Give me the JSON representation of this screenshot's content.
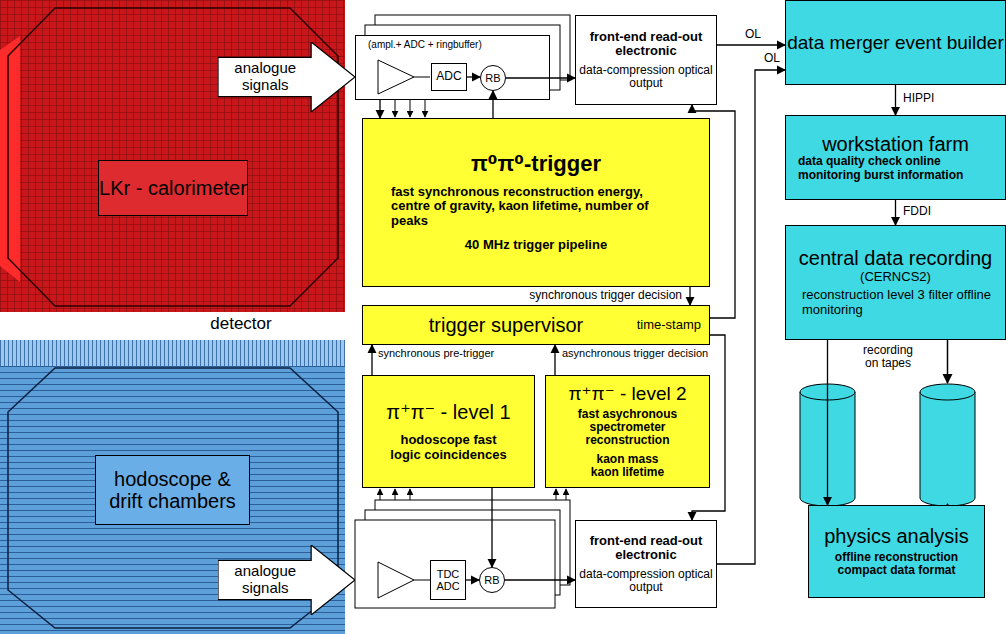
{
  "diagram": {
    "nodes": [
      {
        "text": [
          "LKr - calorimeter"
        ]
      },
      {
        "text": [
          "analogue signals"
        ]
      },
      {
        "text": [
          "(ampl.+ ADC + ringbuffer)"
        ]
      },
      {
        "text": [
          "ADC"
        ],
        "in": 2
      },
      {
        "text": [
          "RB"
        ],
        "in": 2
      },
      {
        "text": [
          "front-end read-out electronic",
          "data-compression optical output"
        ]
      },
      {
        "text": [
          "π⁰π⁰-trigger",
          "fast synchronous reconstruction energy, centre of gravity, kaon lifetime, number of peaks",
          "40 MHz trigger pipeline"
        ]
      },
      {
        "text": [
          "trigger supervisor",
          "time-stamp"
        ]
      },
      {
        "text": [
          "π⁺π⁻ - level 1",
          "hodoscope fast logic coincidences"
        ]
      },
      {
        "text": [
          "π⁺π⁻ - level 2",
          "fast asychronous spectrometer reconstruction",
          "kaon mass kaon lifetime"
        ]
      },
      {
        "text": [
          "hodoscope & drift chambers"
        ]
      },
      {
        "text": [
          "analogue signals"
        ]
      },
      {
        "text": [
          "TDC ADC"
        ]
      },
      {
        "text": [
          "RB"
        ]
      },
      {
        "text": [
          "front-end read-out electronic",
          "data-compression optical output"
        ]
      },
      {
        "text": [
          "data merger event builder"
        ]
      },
      {
        "text": [
          "workstation farm",
          "data quality check online monitoring burst information"
        ]
      },
      {
        "text": [
          "central data recording",
          "(CERNCS2)",
          "reconstruction level 3 filter offline monitoring"
        ]
      },
      {
        "text": [
          "physics analysis",
          "offline reconstruction compact data format"
        ]
      }
    ],
    "edges": [
      {
        "from": 3,
        "to": 4,
        "arrow": "to"
      },
      {
        "from": 4,
        "to": 5,
        "arrow": "to"
      },
      {
        "from": 2,
        "to": 6,
        "arrow": "to"
      },
      {
        "from": 6,
        "to": 4,
        "arrow": "to"
      },
      {
        "from": 6,
        "to": 7,
        "arrow": "to",
        "label": "synchronous trigger decision"
      },
      {
        "from": 8,
        "to": 7,
        "arrow": "to"
      },
      {
        "from": 9,
        "to": 7,
        "arrow": "to"
      },
      {
        "from": 7,
        "to": 5,
        "arrow": "to"
      },
      {
        "from": 7,
        "to": 14,
        "arrow": "to"
      },
      {
        "from": 12,
        "to": 13,
        "arrow": "to"
      },
      {
        "from": 13,
        "to": 14,
        "arrow": "to"
      },
      {
        "from": 8,
        "to": 13,
        "arrow": "to"
      },
      {
        "from": 5,
        "to": 15,
        "arrow": "to"
      },
      {
        "from": 14,
        "to": 15,
        "arrow": "to"
      },
      {
        "from": 15,
        "to": 16,
        "arrow": "to"
      },
      {
        "from": 16,
        "to": 17,
        "arrow": "to"
      },
      {
        "from": 17,
        "to": 18,
        "arrow": "to"
      }
    ],
    "labels": [
      "detector",
      "OL",
      "OL",
      "synchronous pre-trigger",
      "asynchronous trigger decision",
      "HIPPI",
      "FDDI",
      "recording on tapes"
    ]
  }
}
